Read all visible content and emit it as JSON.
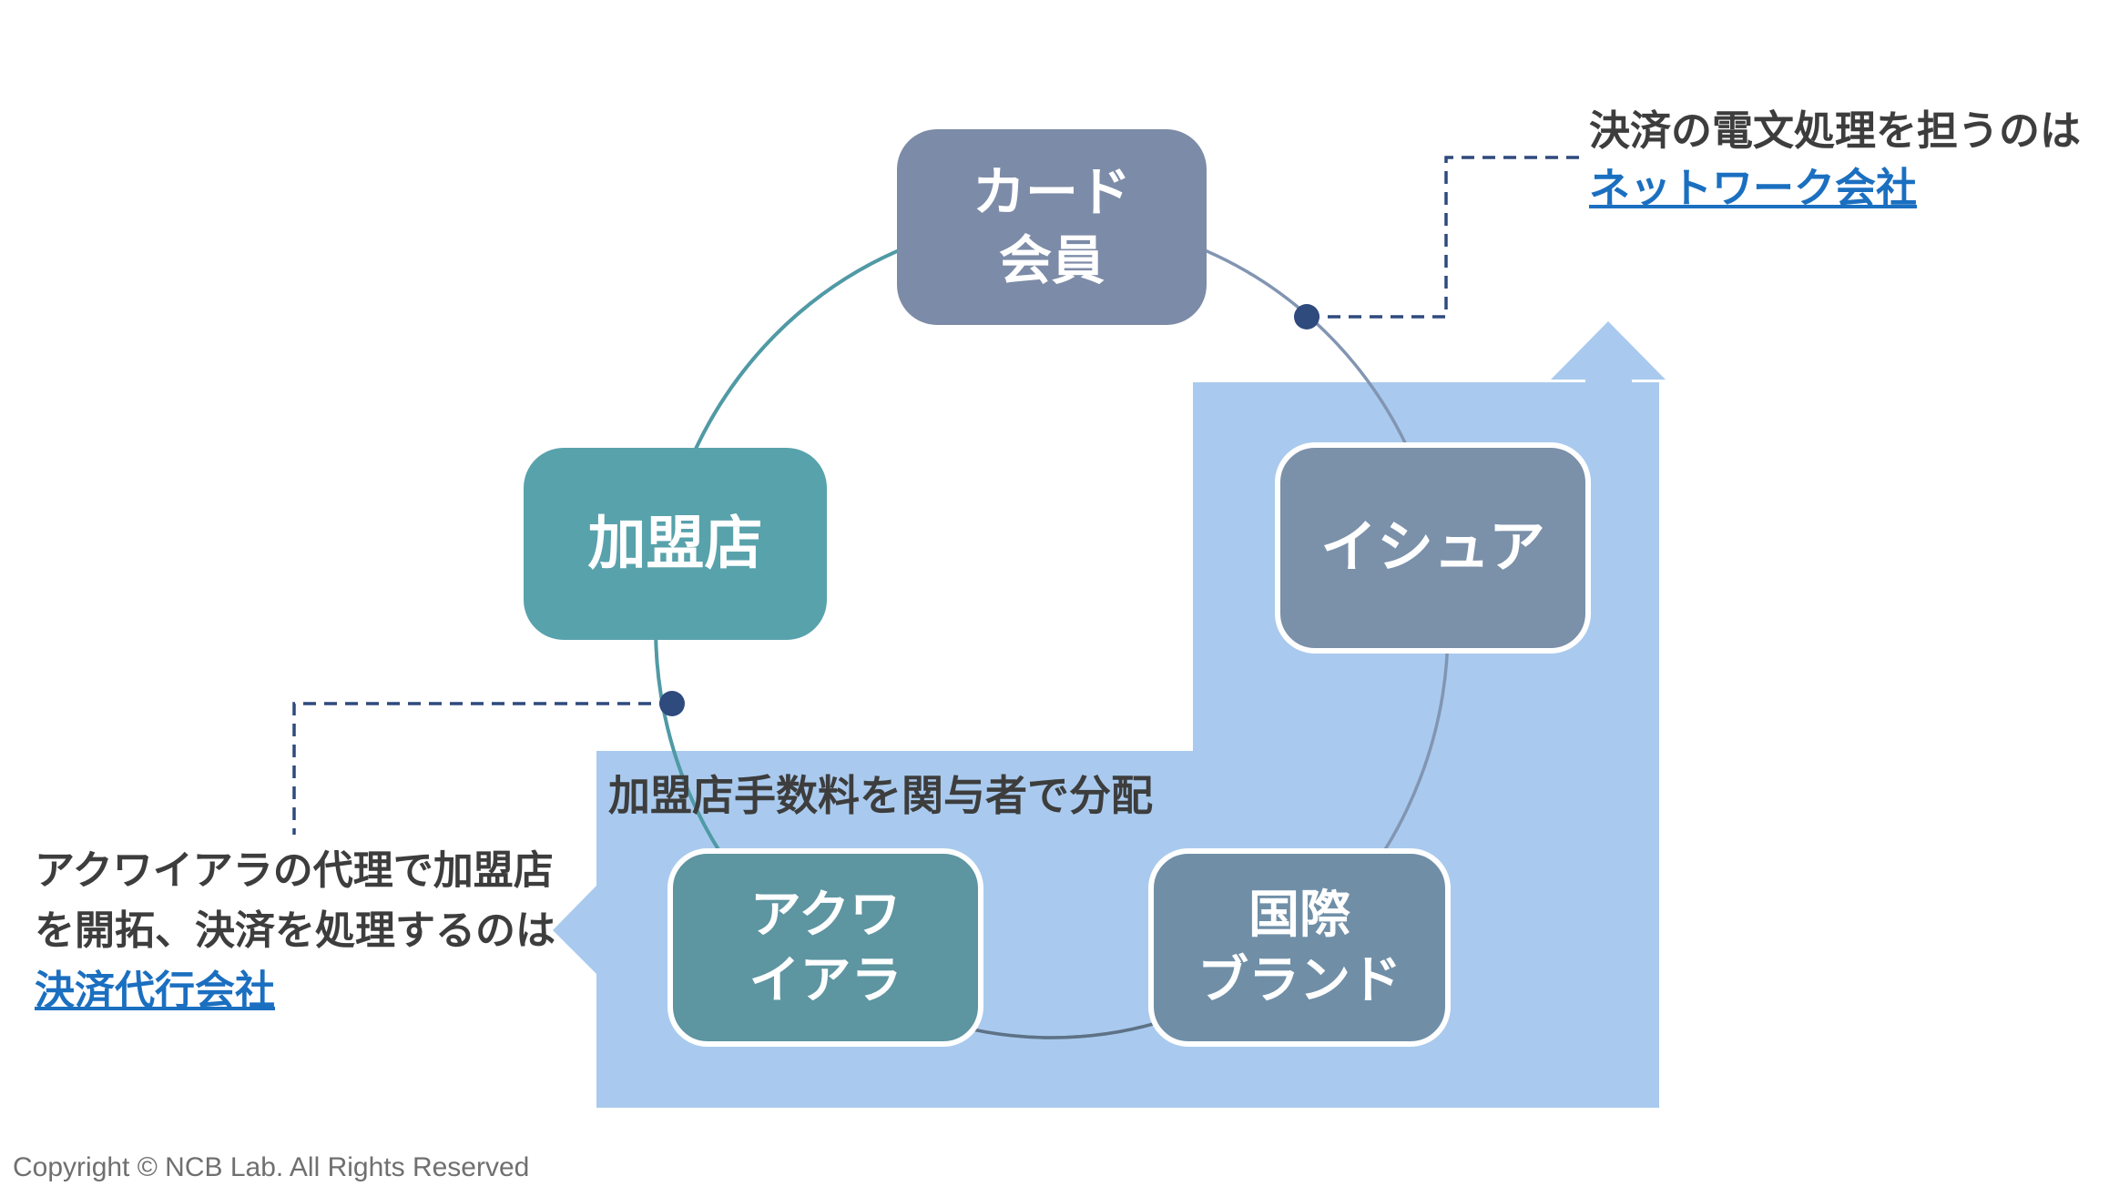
{
  "diagram": {
    "nodes": {
      "card_member": {
        "line1": "カード",
        "line2": "会員"
      },
      "issuer": {
        "label": "イシュア"
      },
      "merchant": {
        "label": "加盟店"
      },
      "acquirer": {
        "line1": "アクワ",
        "line2": "イアラ"
      },
      "intl_brand": {
        "line1": "国際",
        "line2": "ブランド"
      }
    },
    "banner": {
      "label": "加盟店手数料を関与者で分配"
    },
    "annotations": {
      "network": {
        "text": "決済の電文処理を担うのは",
        "link": "ネットワーク会社"
      },
      "psp": {
        "line1": "アクワイアラの代理で加盟店",
        "line2": "を開拓、決済を処理するのは",
        "link": "決済代行会社"
      }
    },
    "footer": {
      "copyright": "Copyright © NCB Lab. All Rights Reserved"
    },
    "colors": {
      "card_member_box": "#7c8ba7",
      "merchant_box": "#58a2ac",
      "issuer_box": "#7b90a9",
      "acquirer_box": "#5d95a1",
      "intl_brand_box": "#708fa7",
      "bent_arrow_blue": "#a9caee",
      "cycle_arc_gray": "#8295b2",
      "cycle_arc_teal": "#4f9aa5",
      "cycle_arc_slate": "#5e7286",
      "connector_navy": "#2f4a7d",
      "link_blue": "#1b6fc0",
      "text_dark": "#3d3d3d",
      "copyright_gray": "#6f6f6f"
    }
  }
}
